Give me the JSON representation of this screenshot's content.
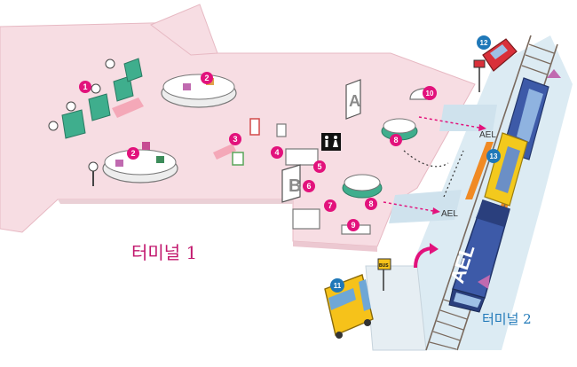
{
  "colors": {
    "floor": "#f7dde3",
    "floor_edge": "#e7b9c3",
    "badge_pink": "#e2127c",
    "badge_blue": "#1f78b8",
    "train_body": "#3d5aa8",
    "train_dark": "#2a3f7d",
    "train_yellow": "#f3c91d",
    "bus_yellow": "#f6c21a",
    "taxi_red": "#d9303a",
    "track_area": "#dcebf3",
    "terminal1_label": "#c2186e",
    "terminal2_label": "#1f78b8",
    "aisle_mark": "#f4a8b8",
    "orange_strip": "#f08a24"
  },
  "labels": {
    "terminal1": "터미널 1",
    "terminal2": "터미널 2",
    "ael_train": "AEL",
    "ael_arrow_upper": "AEL",
    "ael_arrow_lower": "AEL",
    "bus_sign": "BUS",
    "sign_a": "A",
    "sign_b": "B",
    "restroom_icon": "restroom-icon"
  },
  "markers": [
    {
      "number": "1",
      "color": "pink",
      "place": "check-in counters (left)"
    },
    {
      "number": "2",
      "color": "pink",
      "place": "upper carousel"
    },
    {
      "number": "2",
      "color": "pink",
      "place": "lower carousel"
    },
    {
      "number": "3",
      "color": "pink",
      "place": "center-left kiosks"
    },
    {
      "number": "4",
      "color": "pink",
      "place": "service desk"
    },
    {
      "number": "5",
      "color": "pink",
      "place": "beside restroom"
    },
    {
      "number": "6",
      "color": "pink",
      "place": "hall B entrance"
    },
    {
      "number": "7",
      "color": "pink",
      "place": "info desk"
    },
    {
      "number": "8",
      "color": "pink",
      "place": "upper round check-in"
    },
    {
      "number": "8",
      "color": "pink",
      "place": "lower round check-in"
    },
    {
      "number": "9",
      "color": "pink",
      "place": "bench"
    },
    {
      "number": "10",
      "color": "pink",
      "place": "top counter"
    },
    {
      "number": "11",
      "color": "blue",
      "place": "bus"
    },
    {
      "number": "12",
      "color": "blue",
      "place": "taxi"
    },
    {
      "number": "13",
      "color": "blue",
      "place": "platform"
    }
  ]
}
